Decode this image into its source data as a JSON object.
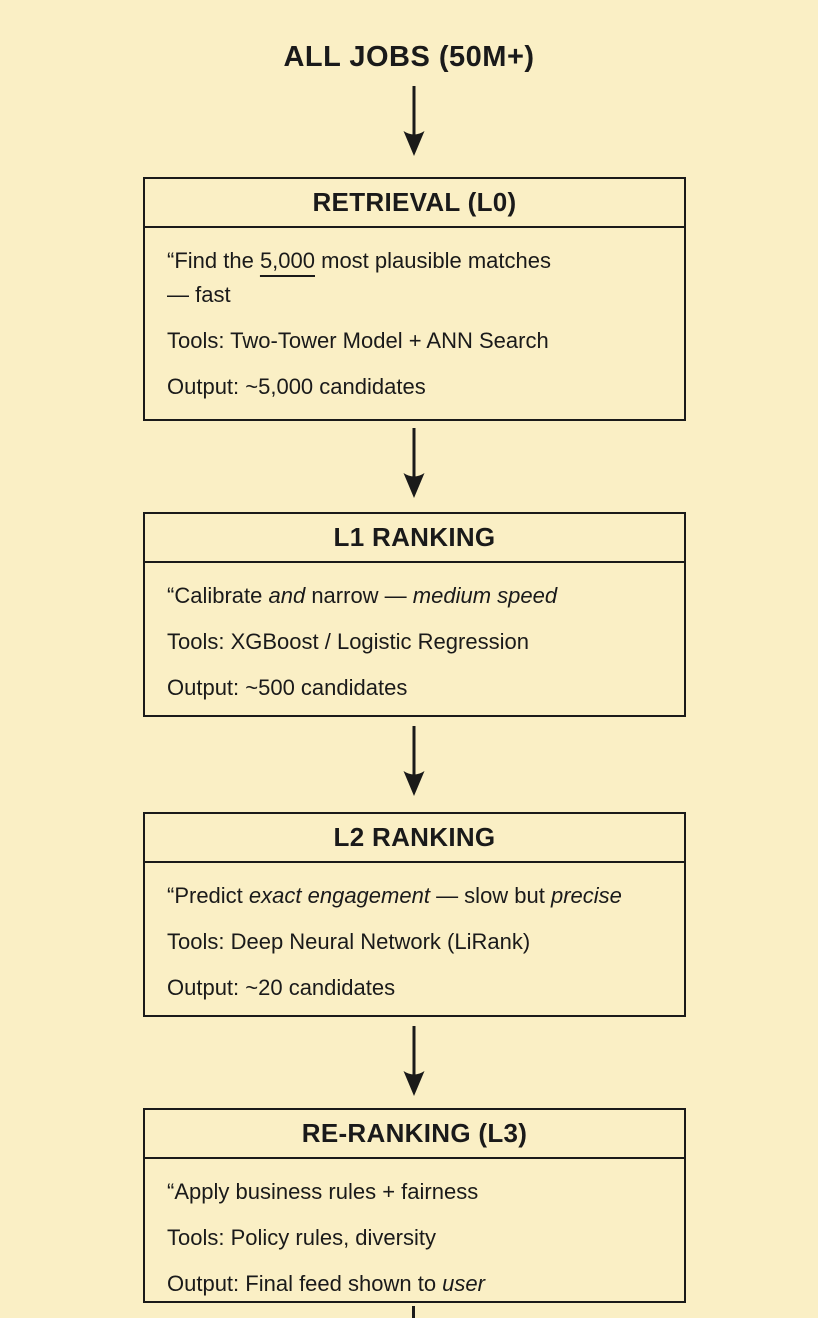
{
  "colors": {
    "background": "#FAEFC5",
    "line": "#1A1A1A",
    "text": "#1A1A1A"
  },
  "title": "ALL JOBS (50M+)",
  "arrow_icon": "arrow-down",
  "stages": [
    {
      "id": "retrieval-l0",
      "header": "RETRIEVAL (L0)",
      "quote": [
        {
          "t": "“Find the "
        },
        {
          "t": "5,000",
          "u": true
        },
        {
          "t": " most plausible matches"
        },
        {
          "br": true
        },
        {
          "t": "— fast"
        }
      ],
      "tools": [
        {
          "t": "Tools: Two-Tower Model + ANN Search"
        }
      ],
      "output": [
        {
          "t": "Output: ~5,000 candidates"
        }
      ]
    },
    {
      "id": "l1-ranking",
      "header": "L1 RANKING",
      "quote": [
        {
          "t": "“Calibrate "
        },
        {
          "t": "and",
          "i": true
        },
        {
          "t": " narrow — "
        },
        {
          "t": "medium speed",
          "i": true
        }
      ],
      "tools": [
        {
          "t": "Tools: XGBoost / Logistic Regression"
        }
      ],
      "output": [
        {
          "t": "Output: ~500 candidates"
        }
      ]
    },
    {
      "id": "l2-ranking",
      "header": "L2 RANKING",
      "quote": [
        {
          "t": "“Predict "
        },
        {
          "t": "exact engagement",
          "i": true
        },
        {
          "t": " — slow but "
        },
        {
          "t": "precise",
          "i": true
        }
      ],
      "tools": [
        {
          "t": "Tools: Deep Neural Network (LiRank)"
        }
      ],
      "output": [
        {
          "t": "Output: ~20 candidates"
        }
      ]
    },
    {
      "id": "re-ranking-l3",
      "header": "RE-RANKING (L3)",
      "quote": [
        {
          "t": "“Apply business rules + fairness"
        }
      ],
      "tools": [
        {
          "t": "Tools: Policy rules, diversity"
        }
      ],
      "output": [
        {
          "t": "Output: Final feed shown to "
        },
        {
          "t": "user",
          "i": true
        }
      ]
    }
  ]
}
